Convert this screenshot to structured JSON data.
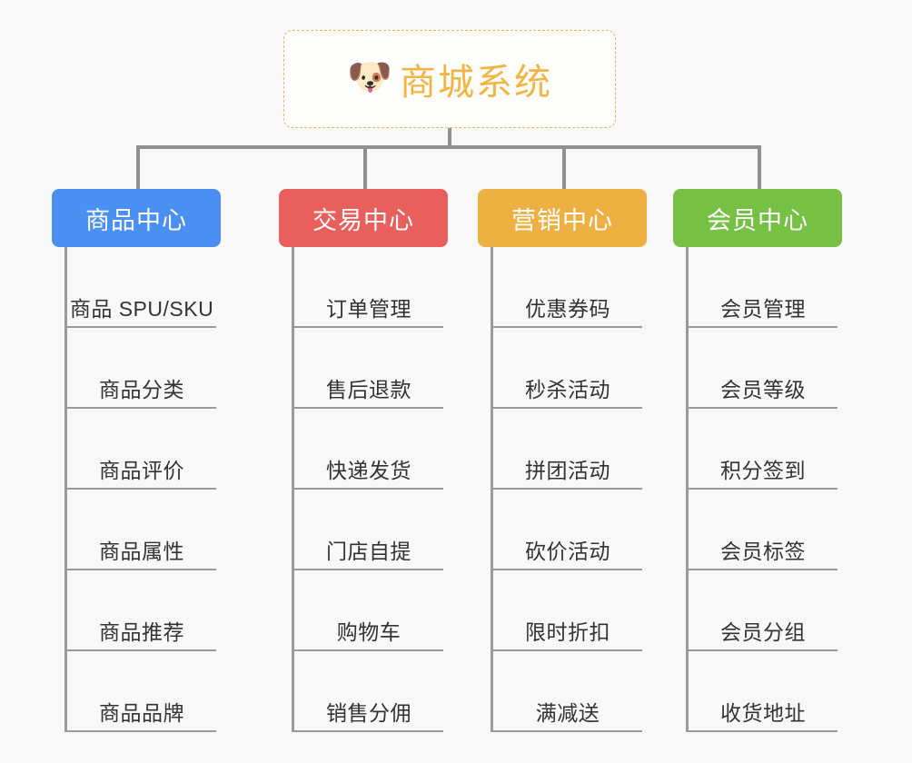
{
  "root": {
    "icon": "shiba-dog-emoji",
    "emoji": "🐶",
    "title": "商城系统",
    "border_color": "#e8b45e",
    "text_color": "#f2b544"
  },
  "connector_color": "#909090",
  "background_color": "#f8f8f8",
  "columns": [
    {
      "id": "product-center",
      "header": "商品中心",
      "color": "#4a90f2",
      "items": [
        "商品 SPU/SKU",
        "商品分类",
        "商品评价",
        "商品属性",
        "商品推荐",
        "商品品牌"
      ]
    },
    {
      "id": "trade-center",
      "header": "交易中心",
      "color": "#e95f5c",
      "items": [
        "订单管理",
        "售后退款",
        "快递发货",
        "门店自提",
        "购物车",
        "销售分佣"
      ]
    },
    {
      "id": "marketing-center",
      "header": "营销中心",
      "color": "#eeb043",
      "items": [
        "优惠券码",
        "秒杀活动",
        "拼团活动",
        "砍价活动",
        "限时折扣",
        "满减送"
      ]
    },
    {
      "id": "member-center",
      "header": "会员中心",
      "color": "#76c043",
      "items": [
        "会员管理",
        "会员等级",
        "积分签到",
        "会员标签",
        "会员分组",
        "收货地址"
      ]
    }
  ]
}
